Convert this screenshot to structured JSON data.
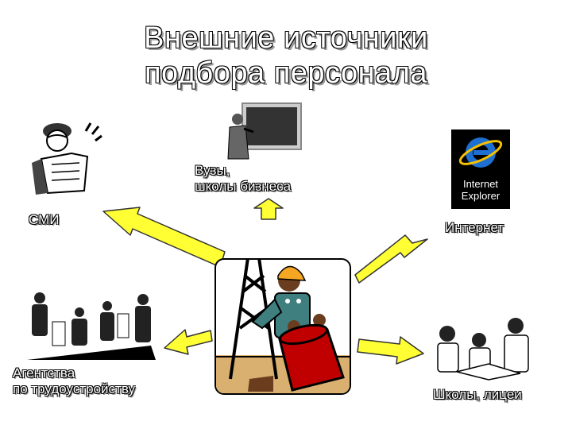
{
  "title": {
    "line1": "Внешние источники",
    "line2": "подбора персонала"
  },
  "sources": {
    "media": "СМИ",
    "universities_line1": "Вузы,",
    "universities_line2": "школы бизнеса",
    "internet": "Интернет",
    "agencies_line1": "Агентства",
    "agencies_line2": "по трудоустройству",
    "schools": "Школы, лицеи"
  },
  "internet_icon": {
    "line1": "Internet",
    "line2": "Explorer"
  },
  "colors": {
    "arrow_fill": "#ffff33",
    "arrow_stroke": "#333333",
    "barrel": "#c00000",
    "ie_blue": "#1e6fd0"
  }
}
